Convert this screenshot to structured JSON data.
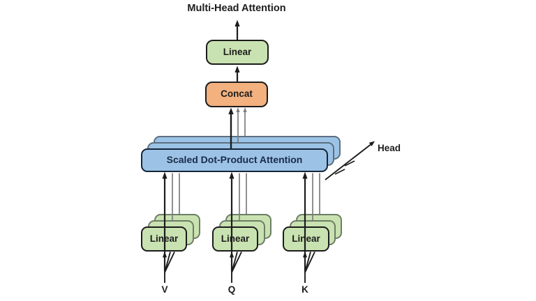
{
  "title": "Multi-Head Attention",
  "diagram": {
    "output_linear": "Linear",
    "concat": "Concat",
    "attention": "Scaled Dot-Product Attention",
    "head_label": "Head",
    "projections": [
      {
        "label": "Linear",
        "input": "V"
      },
      {
        "label": "Linear",
        "input": "Q"
      },
      {
        "label": "Linear",
        "input": "K"
      }
    ]
  },
  "colors": {
    "background": "#ffffff",
    "green_fill": "#c9e2b1",
    "orange_fill": "#f2b17f",
    "blue_fill": "#9cc3e5",
    "line_black": "#1c1c1c",
    "line_gray": "#7d7d7d",
    "attention_text": "#1b2a4a"
  }
}
